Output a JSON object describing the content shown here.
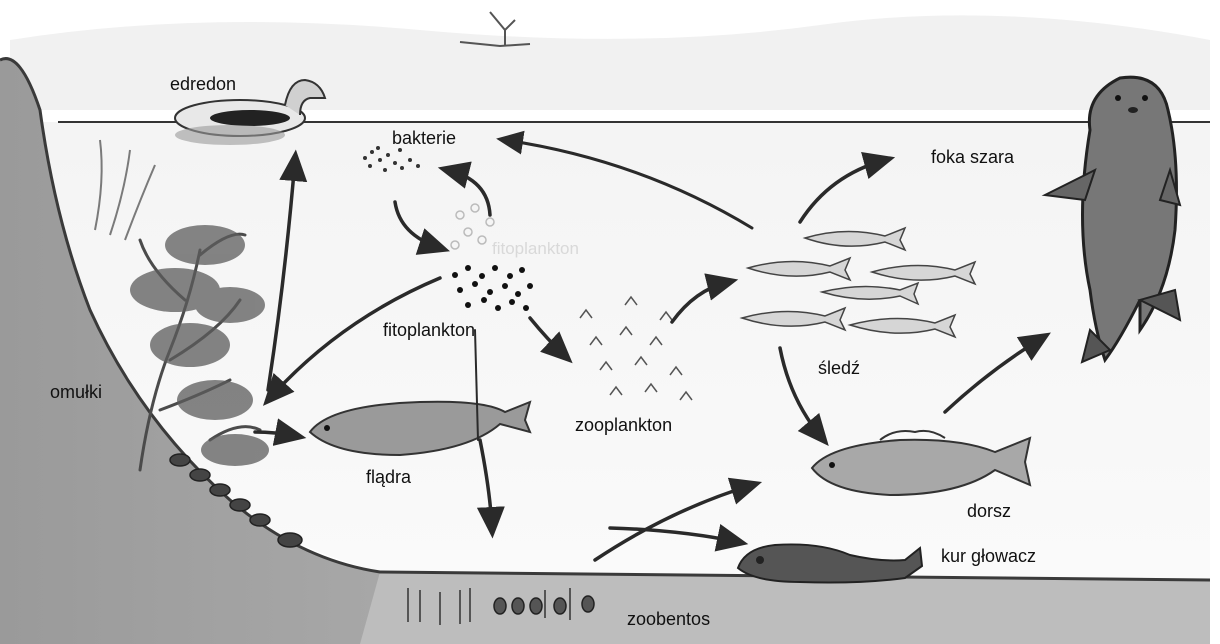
{
  "labels": {
    "edredon": "edredon",
    "bakterie": "bakterie",
    "fitoplankton_faint": "fitoplankton",
    "fitoplankton": "fitoplankton",
    "zooplankton": "zooplankton",
    "sledz": "śledź",
    "foka": "foka szara",
    "omulki": "omułki",
    "fladra": "flądra",
    "dorsz": "dorsz",
    "kur": "kur głowacz",
    "zoobentos": "zoobentos"
  },
  "arrows": [
    {
      "from": "omulki",
      "to": "edredon"
    },
    {
      "from": "bakterie",
      "to": "fitoplankton"
    },
    {
      "from": "fitoplankton",
      "to": "bakterie"
    },
    {
      "from": "fitoplankton",
      "to": "omulki"
    },
    {
      "from": "fitoplankton",
      "to": "zooplankton"
    },
    {
      "from": "fitoplankton",
      "to": "zoobentos"
    },
    {
      "from": "zooplankton",
      "to": "sledz"
    },
    {
      "from": "sledz",
      "to": "bakterie"
    },
    {
      "from": "sledz",
      "to": "foka szara"
    },
    {
      "from": "sledz",
      "to": "dorsz"
    },
    {
      "from": "dorsz",
      "to": "foka szara"
    },
    {
      "from": "omulki",
      "to": "flądra"
    },
    {
      "from": "zoobentos",
      "to": "dorsz"
    },
    {
      "from": "zoobentos",
      "to": "kur głowacz"
    }
  ]
}
